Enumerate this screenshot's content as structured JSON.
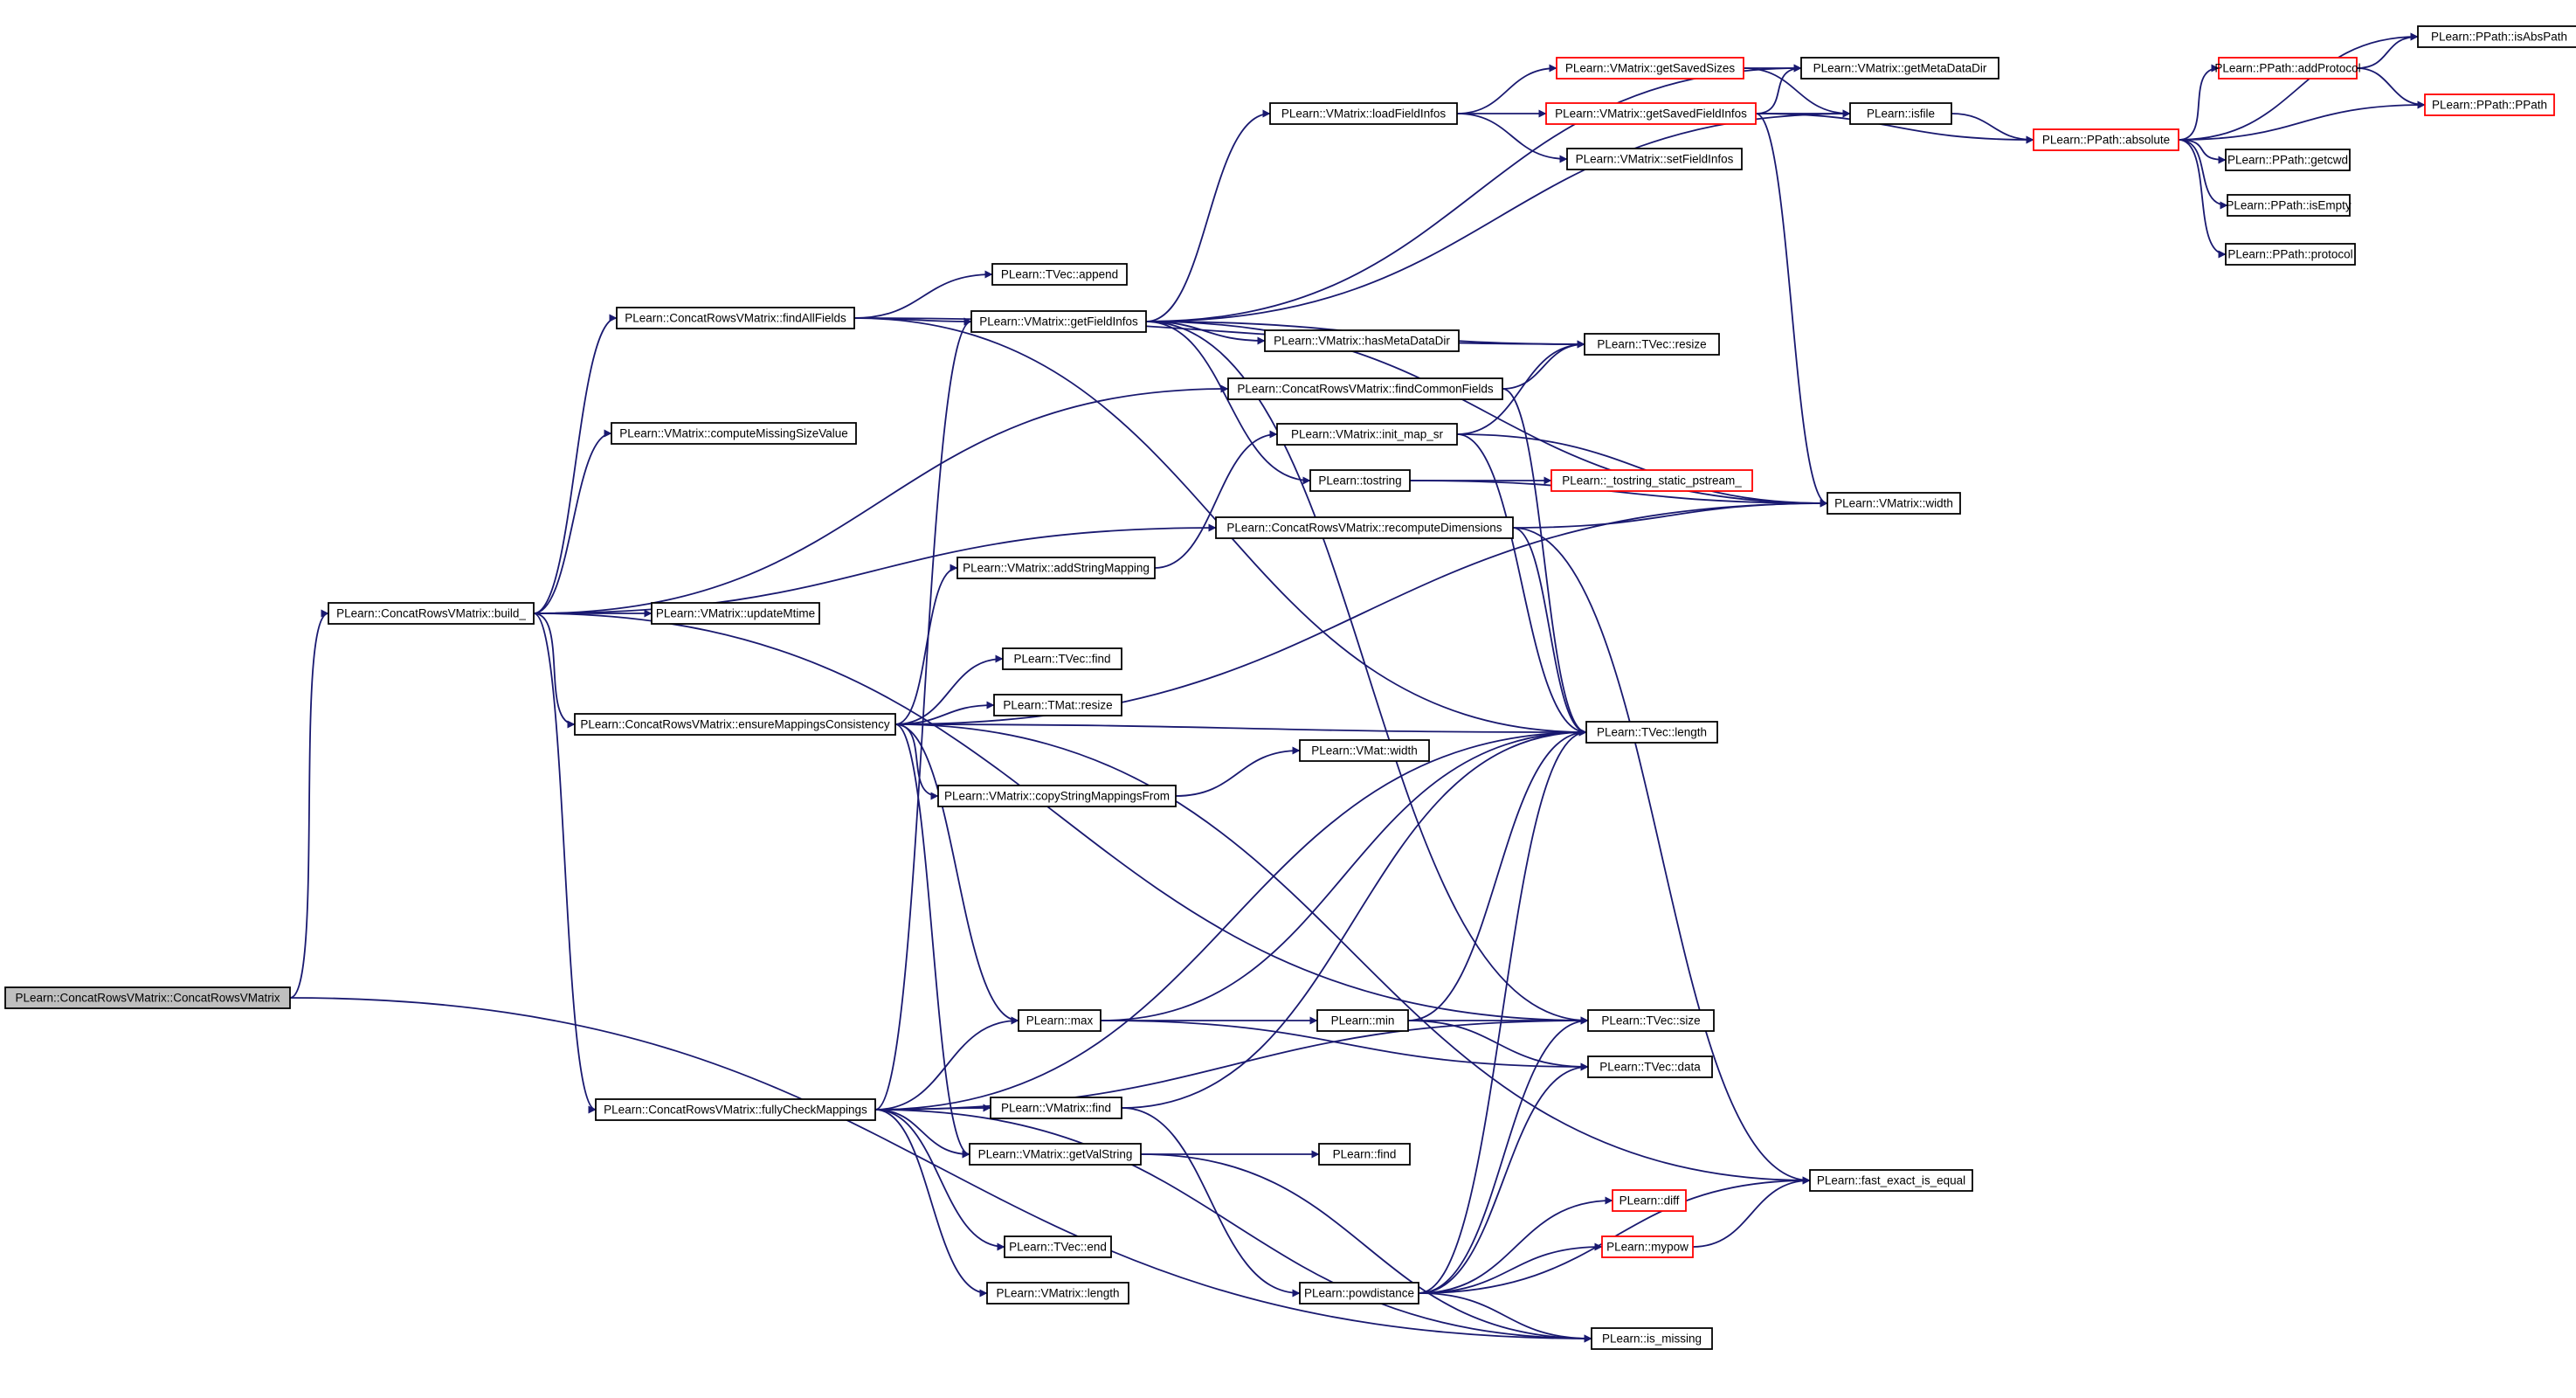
{
  "colors": {
    "edge": "#191970",
    "node_border": "#000000",
    "node_border_truncated": "#ff0000",
    "root_fill": "#bfbfbf"
  },
  "nodes": {
    "root": {
      "label": "PLearn::ConcatRowsVMatrix::ConcatRowsVMatrix",
      "style": "root"
    },
    "build": {
      "label": "PLearn::ConcatRowsVMatrix::build_"
    },
    "findAll": {
      "label": "PLearn::ConcatRowsVMatrix::findAllFields"
    },
    "compMiss": {
      "label": "PLearn::VMatrix::computeMissingSizeValue"
    },
    "ensure": {
      "label": "PLearn::ConcatRowsVMatrix::ensureMappingsConsistency"
    },
    "fully": {
      "label": "PLearn::ConcatRowsVMatrix::fullyCheckMappings"
    },
    "updMt": {
      "label": "PLearn::VMatrix::updateMtime"
    },
    "tvAppend": {
      "label": "PLearn::TVec::append"
    },
    "getFI": {
      "label": "PLearn::VMatrix::getFieldInfos"
    },
    "findCommon": {
      "label": "PLearn::ConcatRowsVMatrix::findCommonFields"
    },
    "recompute": {
      "label": "PLearn::ConcatRowsVMatrix::recomputeDimensions"
    },
    "addStr": {
      "label": "PLearn::VMatrix::addStringMapping"
    },
    "tvFind": {
      "label": "PLearn::TVec::find"
    },
    "tmResize": {
      "label": "PLearn::TMat::resize"
    },
    "copyStr": {
      "label": "PLearn::VMatrix::copyStringMappingsFrom"
    },
    "max": {
      "label": "PLearn::max"
    },
    "vmFind": {
      "label": "PLearn::VMatrix::find"
    },
    "getVal": {
      "label": "PLearn::VMatrix::getValString"
    },
    "tvEnd": {
      "label": "PLearn::TVec::end"
    },
    "vmLen": {
      "label": "PLearn::VMatrix::length"
    },
    "loadFI": {
      "label": "PLearn::VMatrix::loadFieldInfos"
    },
    "hasMeta": {
      "label": "PLearn::VMatrix::hasMetaDataDir"
    },
    "initMap": {
      "label": "PLearn::VMatrix::init_map_sr"
    },
    "tostr": {
      "label": "PLearn::tostring"
    },
    "vmatW": {
      "label": "PLearn::VMat::width"
    },
    "min": {
      "label": "PLearn::min"
    },
    "pfind": {
      "label": "PLearn::find"
    },
    "powd": {
      "label": "PLearn::powdistance"
    },
    "getSS": {
      "label": "PLearn::VMatrix::getSavedSizes",
      "style": "red"
    },
    "getSFI": {
      "label": "PLearn::VMatrix::getSavedFieldInfos",
      "style": "red"
    },
    "setFI": {
      "label": "PLearn::VMatrix::setFieldInfos"
    },
    "tvResize": {
      "label": "PLearn::TVec::resize"
    },
    "tostrStatic": {
      "label": "PLearn::_tostring_static_pstream_",
      "style": "red"
    },
    "tvLen": {
      "label": "PLearn::TVec::length"
    },
    "tvSize": {
      "label": "PLearn::TVec::size"
    },
    "tvData": {
      "label": "PLearn::TVec::data"
    },
    "diff": {
      "label": "PLearn::diff",
      "style": "red"
    },
    "mypow": {
      "label": "PLearn::mypow",
      "style": "red"
    },
    "isMissing": {
      "label": "PLearn::is_missing"
    },
    "getMeta": {
      "label": "PLearn::VMatrix::getMetaDataDir"
    },
    "isfile": {
      "label": "PLearn::isfile"
    },
    "vmWidth": {
      "label": "PLearn::VMatrix::width"
    },
    "fastEq": {
      "label": "PLearn::fast_exact_is_equal"
    },
    "absolute": {
      "label": "PLearn::PPath::absolute",
      "style": "red"
    },
    "addProto": {
      "label": "PLearn::PPath::addProtocol",
      "style": "red"
    },
    "getcwd": {
      "label": "PLearn::PPath::getcwd"
    },
    "isEmpty": {
      "label": "PLearn::PPath::isEmpty"
    },
    "protocol": {
      "label": "PLearn::PPath::protocol"
    },
    "isAbs": {
      "label": "PLearn::PPath::isAbsPath"
    },
    "ppath": {
      "label": "PLearn::PPath::PPath",
      "style": "red"
    }
  },
  "edges": [
    [
      "root",
      "build"
    ],
    [
      "root",
      "isMissing"
    ],
    [
      "build",
      "findAll"
    ],
    [
      "build",
      "compMiss"
    ],
    [
      "build",
      "findCommon"
    ],
    [
      "build",
      "recompute"
    ],
    [
      "build",
      "updMt"
    ],
    [
      "build",
      "ensure"
    ],
    [
      "build",
      "fully"
    ],
    [
      "build",
      "tvSize"
    ],
    [
      "findAll",
      "tvAppend"
    ],
    [
      "findAll",
      "getFI"
    ],
    [
      "findAll",
      "tvResize"
    ],
    [
      "findAll",
      "tvLen"
    ],
    [
      "getFI",
      "loadFI"
    ],
    [
      "getFI",
      "getMeta"
    ],
    [
      "getFI",
      "isfile"
    ],
    [
      "getFI",
      "hasMeta"
    ],
    [
      "getFI",
      "tvResize"
    ],
    [
      "getFI",
      "vmWidth"
    ],
    [
      "getFI",
      "tostr"
    ],
    [
      "getFI",
      "tvSize"
    ],
    [
      "loadFI",
      "getSS"
    ],
    [
      "loadFI",
      "getSFI"
    ],
    [
      "loadFI",
      "setFI"
    ],
    [
      "getSS",
      "getMeta"
    ],
    [
      "getSS",
      "isfile"
    ],
    [
      "getSFI",
      "getMeta"
    ],
    [
      "getSFI",
      "isfile"
    ],
    [
      "getSFI",
      "absolute"
    ],
    [
      "getSFI",
      "vmWidth"
    ],
    [
      "isfile",
      "absolute"
    ],
    [
      "absolute",
      "isAbs"
    ],
    [
      "absolute",
      "addProto"
    ],
    [
      "absolute",
      "ppath"
    ],
    [
      "absolute",
      "getcwd"
    ],
    [
      "absolute",
      "isEmpty"
    ],
    [
      "absolute",
      "protocol"
    ],
    [
      "addProto",
      "isAbs"
    ],
    [
      "addProto",
      "ppath"
    ],
    [
      "findCommon",
      "tvResize"
    ],
    [
      "findCommon",
      "tvLen"
    ],
    [
      "initMap",
      "tvResize"
    ],
    [
      "initMap",
      "vmWidth"
    ],
    [
      "initMap",
      "tvLen"
    ],
    [
      "tostr",
      "tostrStatic"
    ],
    [
      "tostr",
      "vmWidth"
    ],
    [
      "recompute",
      "vmWidth"
    ],
    [
      "recompute",
      "tvLen"
    ],
    [
      "recompute",
      "fastEq"
    ],
    [
      "addStr",
      "initMap"
    ],
    [
      "ensure",
      "addStr"
    ],
    [
      "ensure",
      "vmWidth"
    ],
    [
      "ensure",
      "tvFind"
    ],
    [
      "ensure",
      "tmResize"
    ],
    [
      "ensure",
      "tvLen"
    ],
    [
      "ensure",
      "copyStr"
    ],
    [
      "ensure",
      "max"
    ],
    [
      "ensure",
      "getVal"
    ],
    [
      "ensure",
      "fastEq"
    ],
    [
      "copyStr",
      "vmatW"
    ],
    [
      "fully",
      "getFI"
    ],
    [
      "fully",
      "tvLen"
    ],
    [
      "fully",
      "max"
    ],
    [
      "fully",
      "vmFind"
    ],
    [
      "fully",
      "getVal"
    ],
    [
      "fully",
      "tvEnd"
    ],
    [
      "fully",
      "vmLen"
    ],
    [
      "fully",
      "tvSize"
    ],
    [
      "fully",
      "isMissing"
    ],
    [
      "max",
      "min"
    ],
    [
      "max",
      "tvData"
    ],
    [
      "max",
      "tvLen"
    ],
    [
      "min",
      "tvSize"
    ],
    [
      "min",
      "tvData"
    ],
    [
      "min",
      "tvLen"
    ],
    [
      "vmFind",
      "tvLen"
    ],
    [
      "vmFind",
      "powd"
    ],
    [
      "getVal",
      "pfind"
    ],
    [
      "getVal",
      "isMissing"
    ],
    [
      "powd",
      "tvSize"
    ],
    [
      "powd",
      "tvData"
    ],
    [
      "powd",
      "diff"
    ],
    [
      "powd",
      "mypow"
    ],
    [
      "powd",
      "fastEq"
    ],
    [
      "powd",
      "isMissing"
    ],
    [
      "powd",
      "tvLen"
    ],
    [
      "mypow",
      "fastEq"
    ]
  ]
}
